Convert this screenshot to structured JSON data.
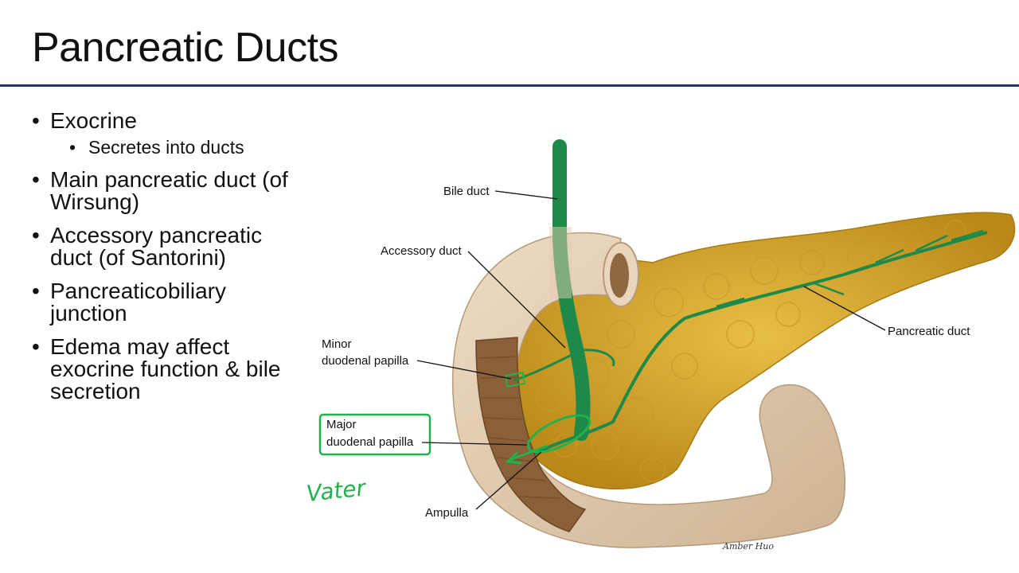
{
  "slide": {
    "title": "Pancreatic Ducts",
    "bullets": [
      {
        "text": "Exocrine",
        "sub": [
          "Secretes into ducts"
        ]
      },
      {
        "text": "Main pancreatic duct (of Wirsung)"
      },
      {
        "text": "Accessory pancreatic duct (of Santorini)"
      },
      {
        "text": "Pancreaticobiliary junction"
      },
      {
        "text": "Edema may affect exocrine function & bile secretion"
      }
    ]
  },
  "diagram": {
    "labels": {
      "bile_duct": "Bile duct",
      "accessory_duct": "Accessory duct",
      "pancreatic_duct": "Pancreatic duct",
      "minor_papilla_1": "Minor",
      "minor_papilla_2": "duodenal papilla",
      "major_papilla_1": "Major",
      "major_papilla_2": "duodenal papilla",
      "ampulla": "Ampulla"
    },
    "annotation": "Vater",
    "signature": "Amber Huo",
    "colors": {
      "pancreas": "#d9a92e",
      "duodenum": "#e3cdb2",
      "duodenum_wall": "#8a6038",
      "duct": "#1e8a4a",
      "annotation": "#22b14c"
    }
  }
}
